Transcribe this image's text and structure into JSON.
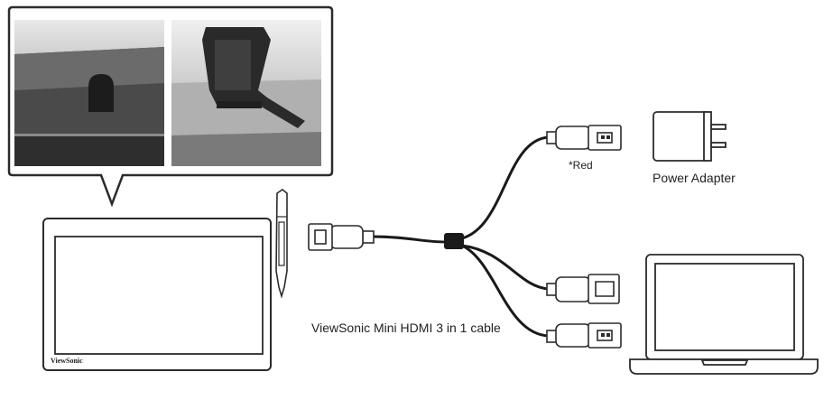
{
  "labels": {
    "red_note": "*Red",
    "power_adapter": "Power Adapter",
    "cable_name": "ViewSonic Mini HDMI 3 in 1 cable",
    "monitor_brand": "ViewSonic"
  },
  "colors": {
    "outline": "#2b2b2b",
    "cable": "#1a1a1a",
    "photo_dark": "#3a3a3a",
    "photo_light": "#cfcfcf",
    "background": "#ffffff"
  }
}
